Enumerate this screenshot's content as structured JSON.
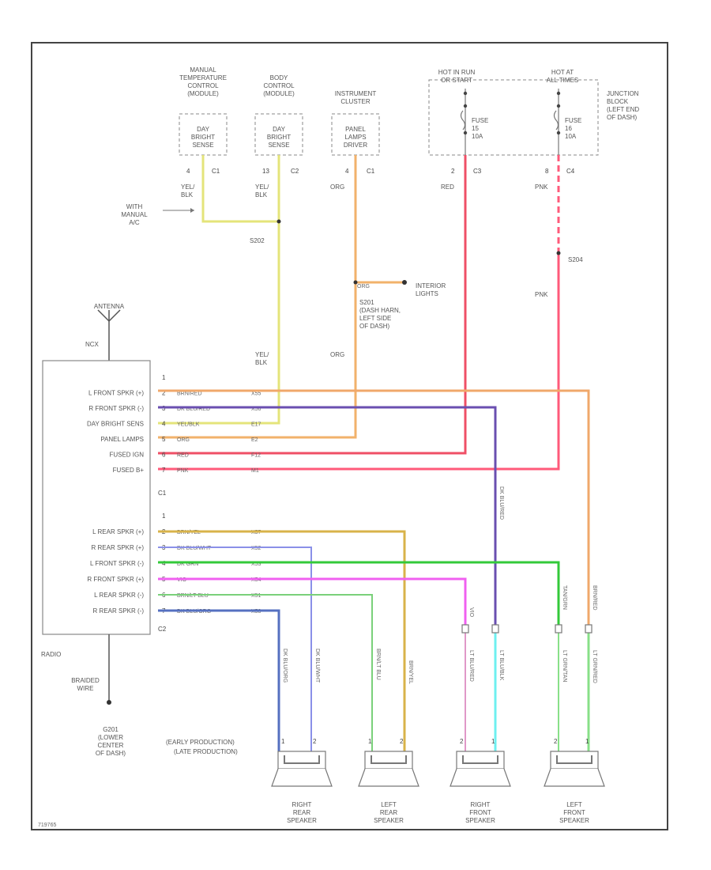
{
  "components": {
    "manual_temp_module": [
      "MANUAL",
      "TEMPERATURE",
      "CONTROL",
      "(MODULE)"
    ],
    "manual_temp_sensor": [
      "DAY",
      "BRIGHT",
      "SENSE"
    ],
    "body_control_module": [
      "BODY",
      "CONTROL",
      "(MODULE)"
    ],
    "body_control_sensor": [
      "DAY",
      "BRIGHT",
      "SENSE"
    ],
    "instrument_cluster": [
      "INSTRUMENT",
      "CLUSTER"
    ],
    "instrument_cluster_sensor": [
      "PANEL",
      "LAMPS",
      "DRIVER"
    ],
    "hot_in_run": [
      "HOT IN RUN",
      "OR START"
    ],
    "hot_at_all_times": [
      "HOT AT",
      "ALL TIMES"
    ],
    "fuse_a": [
      "FUSE",
      "15",
      "10A"
    ],
    "fuse_b": [
      "FUSE",
      "16",
      "10A"
    ],
    "junction_block": [
      "JUNCTION",
      "BLOCK",
      "(LEFT END",
      "OF DASH)"
    ],
    "with_manual_ac": [
      "WITH",
      "MANUAL",
      "A/C"
    ],
    "interior_lights": [
      "INTERIOR",
      "LIGHTS"
    ],
    "splice_note": [
      "S201",
      "(DASH HARN,",
      "LEFT SIDE",
      "OF DASH)"
    ],
    "antenna": "ANTENNA",
    "antenna_code": "NCX",
    "radio": "RADIO",
    "radio_c1": "C1",
    "radio_c2": "C2",
    "braided_wire": [
      "BRAIDED",
      "WIRE"
    ],
    "ground_note": [
      "G201",
      "(LOWER",
      "CENTER",
      "OF DASH)"
    ],
    "production_note": [
      "(EARLY PRODUCTION)",
      "(LATE PRODUCTION)"
    ],
    "footer_code": "719765"
  },
  "connectors": {
    "mtc": {
      "pin": "4",
      "conn": "C1",
      "wire": [
        "YEL/",
        "BLK"
      ]
    },
    "bcm": {
      "pin": "13",
      "conn": "C2",
      "wire": [
        "YEL/",
        "BLK"
      ]
    },
    "ic": {
      "pin": "4",
      "conn": "C1",
      "wire": "ORG"
    },
    "fuse_a": {
      "pin": "2",
      "conn": "C3",
      "wire": "RED"
    },
    "fuse_b": {
      "pin": "8",
      "conn": "C4",
      "wire": "PNK"
    }
  },
  "splices": {
    "s202": "S202",
    "s204": "S204",
    "s202_wire": [
      "YEL/",
      "BLK"
    ],
    "s201_wire": "ORG",
    "s201_wire_down": "ORG",
    "s204_wire": "PNK"
  },
  "radio_pins_c1": [
    {
      "pin": "1",
      "label": "",
      "wire": "",
      "code": ""
    },
    {
      "pin": "2",
      "label": "L FRONT SPKR (+)",
      "wire": "BRN/RED",
      "code": "X55"
    },
    {
      "pin": "3",
      "label": "R FRONT SPKR (-)",
      "wire": "DK BLU/RED",
      "code": "X56"
    },
    {
      "pin": "4",
      "label": "DAY BRIGHT SENS",
      "wire": "YEL/BLK",
      "code": "E17"
    },
    {
      "pin": "5",
      "label": "PANEL LAMPS",
      "wire": "ORG",
      "code": "E2"
    },
    {
      "pin": "6",
      "label": "FUSED IGN",
      "wire": "RED",
      "code": "F12"
    },
    {
      "pin": "7",
      "label": "FUSED B+",
      "wire": "PNK",
      "code": "M1"
    }
  ],
  "radio_pins_c2": [
    {
      "pin": "1",
      "label": "",
      "wire": "",
      "code": ""
    },
    {
      "pin": "2",
      "label": "L REAR SPKR (+)",
      "wire": "BRN/YEL",
      "code": "X57"
    },
    {
      "pin": "3",
      "label": "R REAR SPKR (+)",
      "wire": "DK BLU/WHT",
      "code": "X52"
    },
    {
      "pin": "4",
      "label": "L FRONT SPKR (-)",
      "wire": "DK GRN",
      "code": "X53"
    },
    {
      "pin": "5",
      "label": "R FRONT SPKR (+)",
      "wire": "VIO",
      "code": "X54"
    },
    {
      "pin": "6",
      "label": "L REAR SPKR (-)",
      "wire": "BRN/LT BLU",
      "code": "X51"
    },
    {
      "pin": "7",
      "label": "R REAR SPKR (-)",
      "wire": "DK BLU/ORG",
      "code": "X58"
    }
  ],
  "wire_vertical_labels": {
    "dk_blu_red": "DK BLU/RED",
    "tan_grn": "TAN/GRN",
    "brn_red": "BRN/RED",
    "vio": "VIO",
    "rr_left": "DK BLU/ORG",
    "rr_right": "DK BLU/WHT",
    "lr_left": "BRN/LT BLU",
    "lr_right": "BRN/YEL",
    "rf_left": "LT BLU/RED",
    "rf_right": "LT BLU/BLK",
    "lf_left": "LT GRN/TAN",
    "lf_right": "LT GRN/RED"
  },
  "speakers": [
    {
      "id": "right-rear",
      "name": [
        "RIGHT",
        "REAR",
        "SPEAKER"
      ],
      "pins": [
        "1",
        "2"
      ]
    },
    {
      "id": "left-rear",
      "name": [
        "LEFT",
        "REAR",
        "SPEAKER"
      ],
      "pins": [
        "1",
        "2"
      ]
    },
    {
      "id": "right-front",
      "name": [
        "RIGHT",
        "FRONT",
        "SPEAKER"
      ],
      "pins": [
        "2",
        "1"
      ]
    },
    {
      "id": "left-front",
      "name": [
        "LEFT",
        "FRONT",
        "SPEAKER"
      ],
      "pins": [
        "2",
        "1"
      ]
    }
  ],
  "colors": {
    "yel_blk": "#e4e47a",
    "org": "#f2b26b",
    "red": "#ef4f66",
    "pnk": "#ff5a7a",
    "brn_red": "#f0a86b",
    "dk_blu_red": "#6a4fb0",
    "brn_yel": "#d8b34a",
    "dk_blu_wht": "#8a90e8",
    "dk_grn": "#33c93a",
    "vio": "#f060f0",
    "brn_lt_blu": "#7ad07a",
    "dk_blu_org": "#5570c0",
    "lt_blu_red": "#e098c8",
    "lt_blu_blk": "#6ef0f0",
    "lt_grn": "#88e088"
  }
}
